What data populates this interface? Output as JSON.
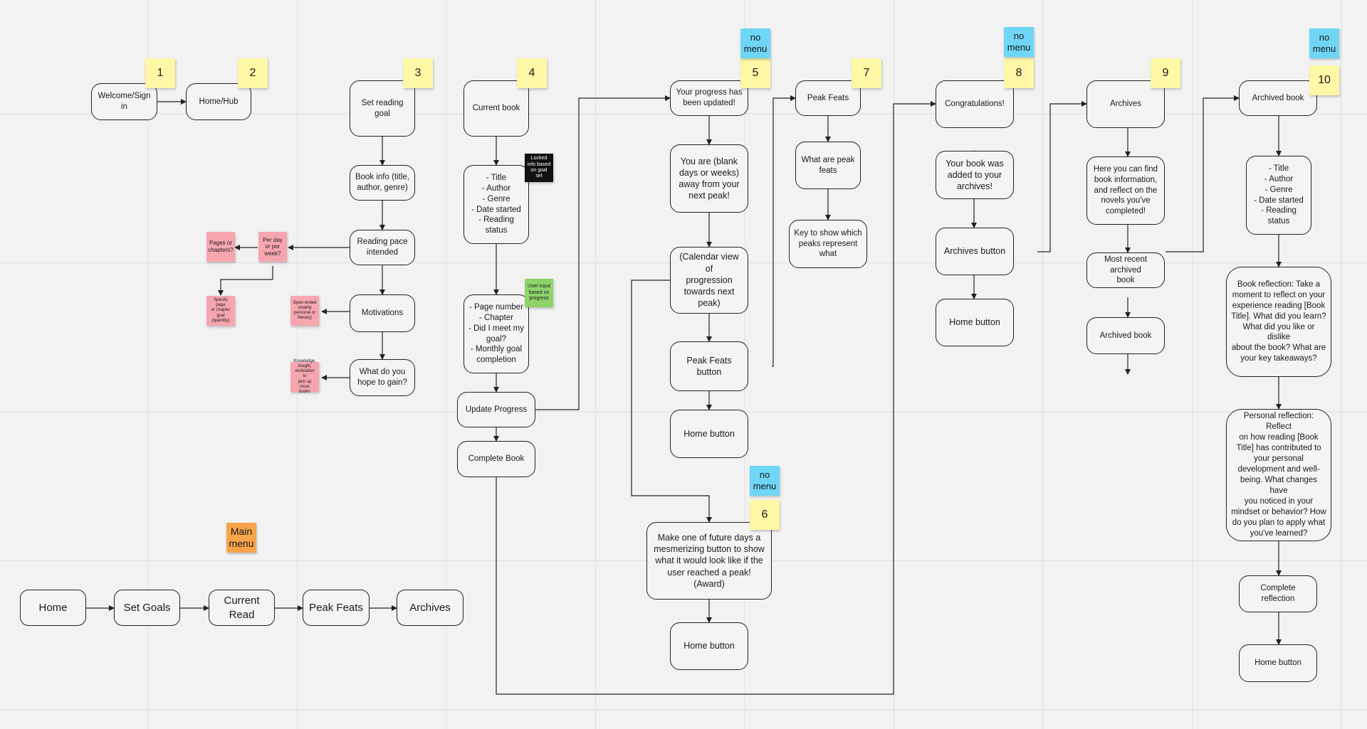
{
  "flow": {
    "welcome": "Welcome/Sign in",
    "home_hub": "Home/Hub",
    "set_reading_goal": "Set reading goal",
    "book_info": "Book info (title,\nauthor, genre)",
    "reading_pace": "Reading pace\nintended",
    "motivations": "Motivations",
    "hope_to_gain": "What do you\nhope to gain?",
    "current_book": "Current book",
    "book_fields": "- Title\n- Author\n- Genre\n- Date started\n- Reading status",
    "progress_fields": "- Page number\n- Chapter\n- Did I meet my\ngoal?\n- Monthly goal\ncompletion",
    "update_progress": "Update Progress",
    "complete_book": "Complete Book",
    "progress_updated": "Your progress has\nbeen updated!",
    "days_away": "You are (blank\ndays or weeks)\naway from your\nnext peak!",
    "calendar_view": "(Calendar view of\nprogression\ntowards next\npeak)",
    "peak_feats_button": "Peak Feats button",
    "home_button_5": "Home button",
    "future_days": "Make one of future days a\nmesmerizing button to show\nwhat it would look like if the\nuser reached a peak! (Award)",
    "home_button_6": "Home button",
    "peak_feats": "Peak Feats",
    "what_are_peak_feats": "What are peak\nfeats",
    "key_peaks": "Key to show which\npeaks represent\nwhat",
    "congratulations": "Congratulations!",
    "added_to_archives": "Your book was\nadded to your\narchives!",
    "archives_button": "Archives button",
    "home_button_8": "Home button",
    "archives": "Archives",
    "archives_info": "Here you can find\nbook information,\nand reflect on the\nnovels you've\ncompleted!",
    "most_recent": "Most recent archived\nbook",
    "archived_book_9": "Archived book",
    "archived_book_10": "Archived book",
    "archived_fields": "- Title\n- Author\n- Genre\n- Date started\n- Reading status",
    "book_reflection": "Book reflection: Take a\nmoment to reflect on your\nexperience reading [Book\nTitle]. What did you learn?\nWhat did you like or dislike\nabout the book? What are\nyour key takeaways?",
    "personal_reflection": "Personal reflection: Reflect\non how reading [Book\nTitle] has contributed to\nyour personal\ndevelopment and well-\nbeing. What changes have\nyou noticed in your\nmindset or behavior? How\ndo you plan to apply what\nyou've learned?",
    "complete_reflection": "Complete reflection",
    "home_button_10": "Home button"
  },
  "main_menu": {
    "label": "Main\nmenu",
    "items": [
      "Home",
      "Set Goals",
      "Current\nRead",
      "Peak Feats",
      "Archives"
    ]
  },
  "stickies": {
    "numbers": [
      "1",
      "2",
      "3",
      "4",
      "5",
      "6",
      "7",
      "8",
      "9",
      "10"
    ],
    "no_menu": "no\nmenu",
    "pages_or_chapters": "Pages or\nchapters?",
    "per_day_or_week": "Per day\nor per\nweek?",
    "specify_page": "Specify page\nor chapter\ngoal\n(quantity)",
    "open_ended": "Open ended\n(mainly\npersonal or\nliterary)",
    "knowledge": "Knowledge,\ninsight,\nmotivation to\npick up more\nbooks",
    "locked_info": "Locked\ninfo based\non goal set",
    "user_input": "User input\nbased on\nprogress"
  },
  "colors": {
    "canvas": "#f2f2f2",
    "sticky_yellow": "#fdf7a6",
    "sticky_blue": "#6fd6f5",
    "sticky_pink": "#f7a6b0",
    "sticky_green": "#8fd46a",
    "sticky_orange": "#f7a44b",
    "sticky_black": "#111111"
  }
}
